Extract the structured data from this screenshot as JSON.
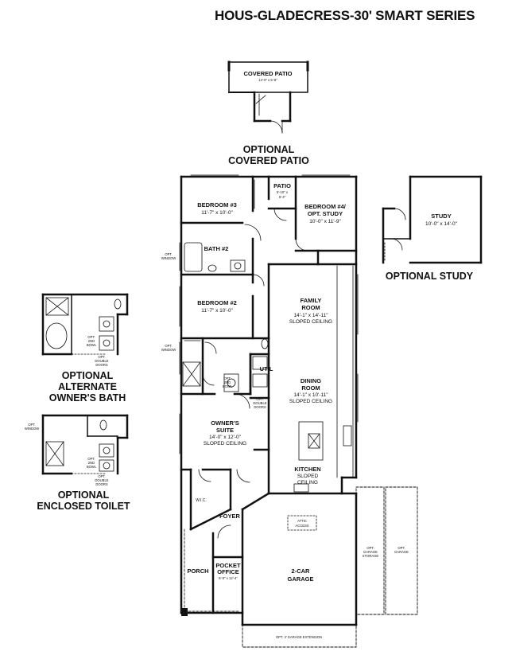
{
  "title": "HOUS-GLADECRESS-30' SMART SERIES",
  "optional_captions": {
    "covered_patio": [
      "OPTIONAL",
      "COVERED PATIO"
    ],
    "study": [
      "OPTIONAL STUDY"
    ],
    "alternate_owners_bath": [
      "OPTIONAL",
      "ALTERNATE",
      "OWNER'S BATH"
    ],
    "enclosed_toilet": [
      "OPTIONAL",
      "ENCLOSED TOILET"
    ]
  },
  "rooms": {
    "covered_patio": {
      "name": "COVERED PATIO",
      "dims": "14'-0\" x 5'-8\""
    },
    "bedroom3": {
      "name": "BEDROOM #3",
      "dims": "11'-7\" x 10'-0\""
    },
    "patio": {
      "name": "PATIO",
      "dims": [
        "5'-10\" x",
        "5'-4\""
      ]
    },
    "bedroom4": {
      "name": [
        "BEDROOM #4/",
        "OPT. STUDY"
      ],
      "dims": "10'-0\" x 11'-9\""
    },
    "study": {
      "name": "STUDY",
      "dims": "10'-0\" x 14'-0\""
    },
    "bath2": {
      "name": "BATH #2"
    },
    "bedroom2": {
      "name": "BEDROOM #2",
      "dims": "11'-7\" x 10'-0\""
    },
    "family_room": {
      "name": [
        "FAMILY",
        "ROOM"
      ],
      "dims": "14'-1\" x 14'-11\"",
      "note": "SLOPED CEILING"
    },
    "util": {
      "name": "UTIL"
    },
    "dining_room": {
      "name": [
        "DINING",
        "ROOM"
      ],
      "dims": "14'-1\" x 10'-11\"",
      "note": "SLOPED CEILING"
    },
    "owners_suite": {
      "name": [
        "OWNER'S",
        "SUITE"
      ],
      "dims": "14'-0\" x 12'-0\"",
      "note": "SLOPED CEILING"
    },
    "kitchen": {
      "name": "KITCHEN",
      "note": [
        "SLOPED",
        "CEILING"
      ]
    },
    "wic": {
      "name": "W.I.C."
    },
    "foyer": {
      "name": "FOYER"
    },
    "porch": {
      "name": "PORCH"
    },
    "pocket_office": {
      "name": [
        "POCKET",
        "OFFICE"
      ],
      "dims": "5'-0\" x 12'-4\""
    },
    "garage": {
      "name": [
        "2-CAR",
        "GARAGE"
      ]
    }
  },
  "notes": {
    "opt_window": [
      "OPT.",
      "WINDOW"
    ],
    "opt_2nd_bowl": [
      "OPT.",
      "2ND",
      "BOWL"
    ],
    "opt_double_doors": [
      "OPT.",
      "DOUBLE",
      "DOORS"
    ],
    "attic_access": [
      "ATTIC",
      "ACCESS"
    ],
    "opt_garage_storage": [
      "OPT.",
      "GARAGE",
      "STORAGE"
    ],
    "opt_garage": [
      "OPT.",
      "GARAGE"
    ],
    "garage_extension": "OPT. 4' GARAGE EXTENSION"
  },
  "colors": {
    "wall": "#111111",
    "fixture": "#333333",
    "dashed": "#555555"
  }
}
